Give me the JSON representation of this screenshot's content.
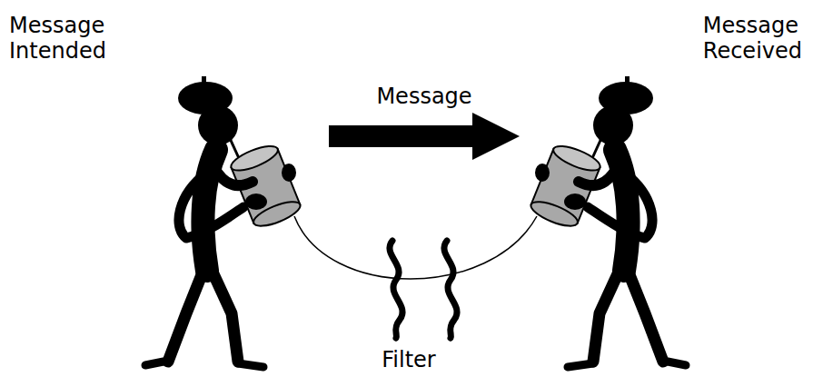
{
  "diagram": {
    "labels": [
      "Message Intended",
      "Message",
      "Message Received",
      "Filter"
    ]
  }
}
